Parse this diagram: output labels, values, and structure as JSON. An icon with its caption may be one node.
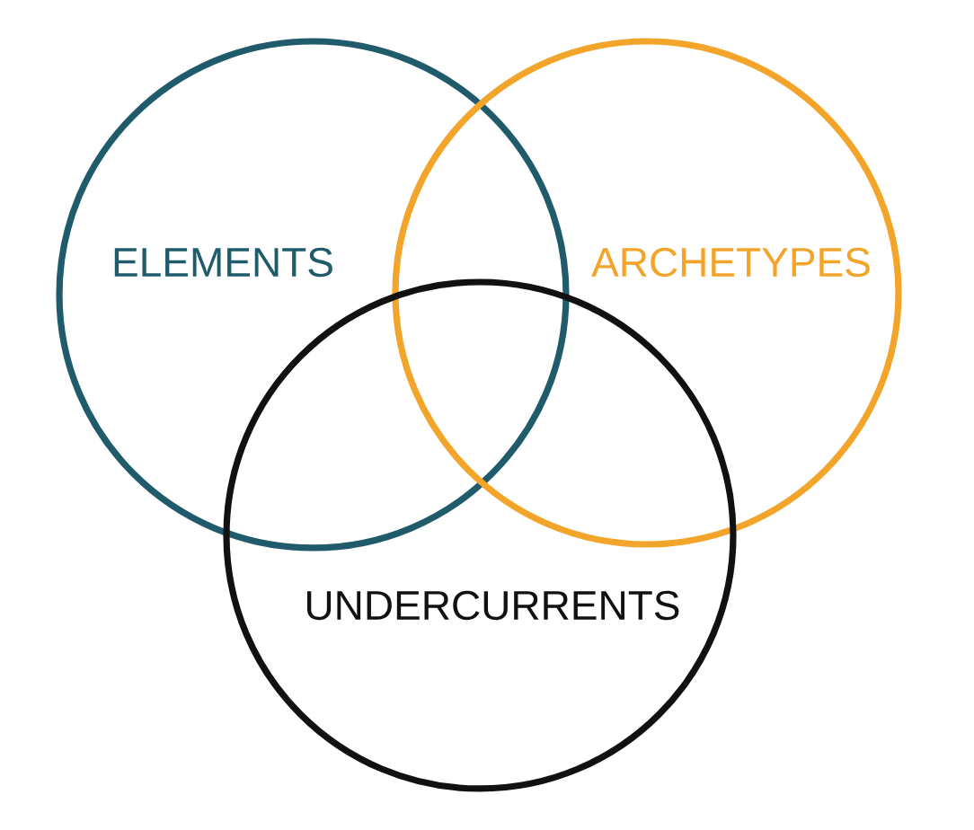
{
  "diagram": {
    "nodes": [
      {
        "text": [
          "ELEMENTS"
        ]
      },
      {
        "text": [
          "ARCHETYPES"
        ]
      },
      {
        "text": [
          "UNDERCURRENTS"
        ]
      }
    ]
  }
}
